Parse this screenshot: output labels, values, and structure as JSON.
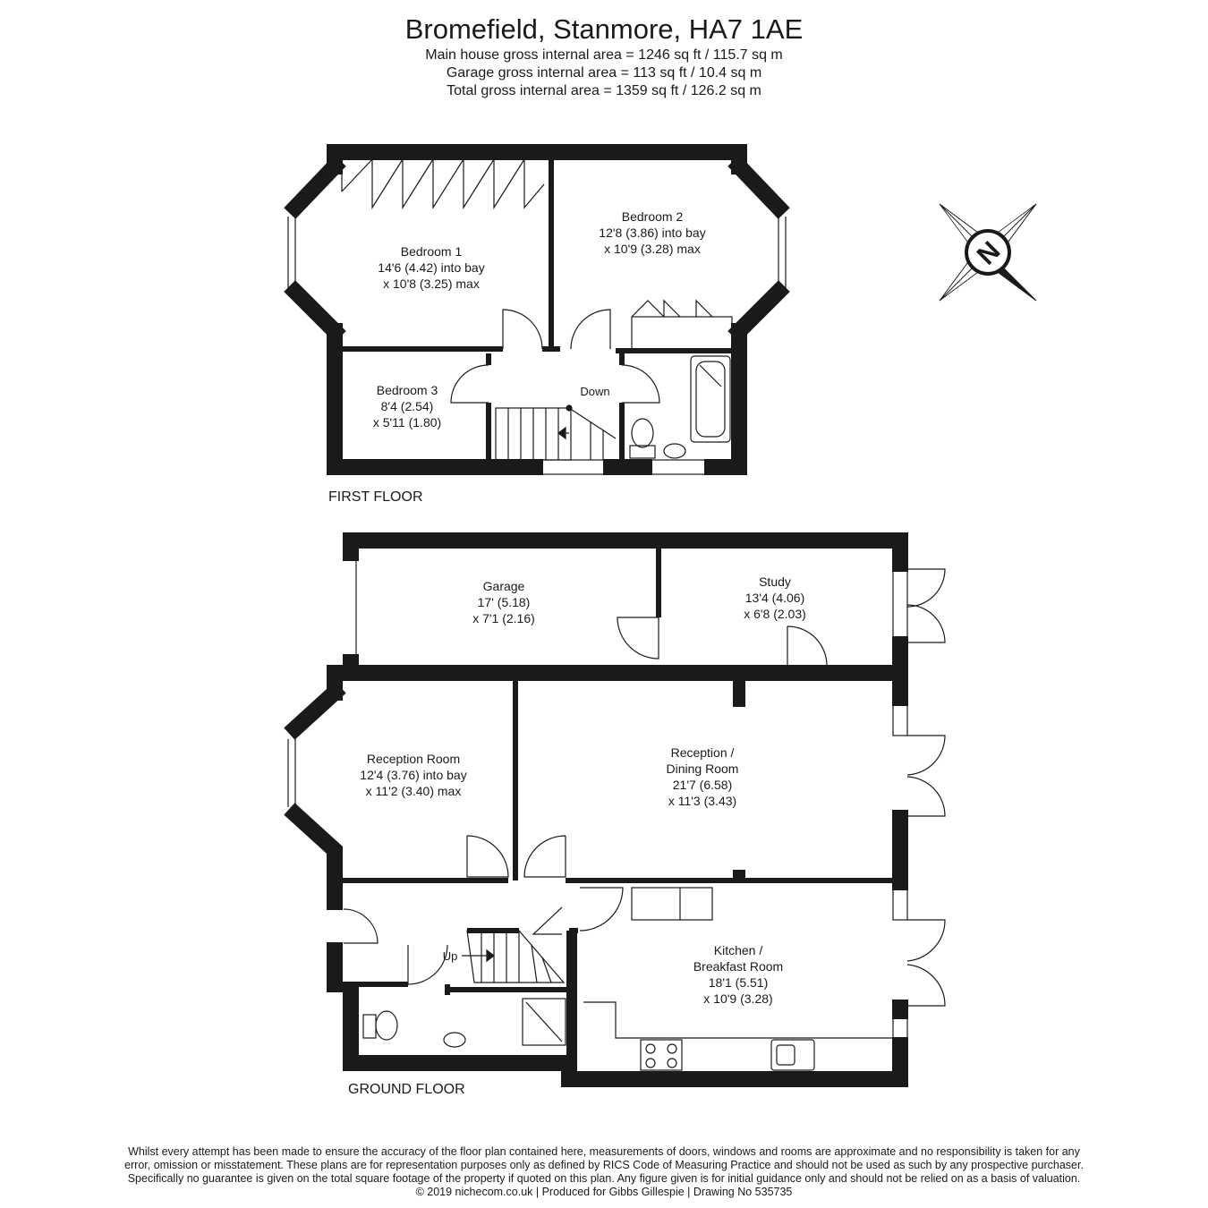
{
  "header": {
    "title": "Bromefield, Stanmore, HA7 1AE",
    "areas": [
      "Main house gross internal area = 1246 sq ft / 115.7 sq m",
      "Garage gross internal area = 113 sq ft / 10.4 sq m",
      "Total gross internal area =  1359 sq ft / 126.2 sq m"
    ]
  },
  "first_floor": {
    "label": "FIRST FLOOR",
    "stairs_label": "Down",
    "rooms": {
      "bedroom1": [
        "Bedroom 1",
        "14'6 (4.42) into bay",
        "x 10'8 (3.25) max"
      ],
      "bedroom2": [
        "Bedroom 2",
        "12'8 (3.86) into bay",
        "x 10'9 (3.28) max"
      ],
      "bedroom3": [
        "Bedroom 3",
        "8'4 (2.54)",
        "x 5'11 (1.80)"
      ]
    }
  },
  "ground_floor": {
    "label": "GROUND FLOOR",
    "stairs_label": "Up",
    "rooms": {
      "garage": [
        "Garage",
        "17' (5.18)",
        "x 7'1 (2.16)"
      ],
      "study": [
        "Study",
        "13'4 (4.06)",
        "x 6'8 (2.03)"
      ],
      "reception": [
        "Reception Room",
        "12'4 (3.76) into bay",
        "x 11'2 (3.40) max"
      ],
      "dining": [
        "Reception /",
        "Dining Room",
        "21'7 (6.58)",
        "x 11'3 (3.43)"
      ],
      "kitchen": [
        "Kitchen /",
        "Breakfast Room",
        "18'1 (5.51)",
        "x 10'9 (3.28)"
      ]
    }
  },
  "compass": {
    "letter": "N"
  },
  "footer": {
    "lines": [
      "Whilst every attempt has been made to ensure the accuracy of the floor plan contained here, measurements of doors, windows and rooms are approximate and no responsibility is taken for any",
      "error, omission or misstatement. These plans are for representation purposes only as defined by RICS Code of Measuring Practice and should not be used as such by any prospective purchaser.",
      "Specifically no guarantee is given on the total square footage of the property if quoted on this plan. Any figure given is for initial guidance only and should not be relied on as a basis of valuation.",
      "© 2019 nichecom.co.uk  |  Produced for Gibbs Gillespie  |  Drawing No 535735"
    ]
  }
}
